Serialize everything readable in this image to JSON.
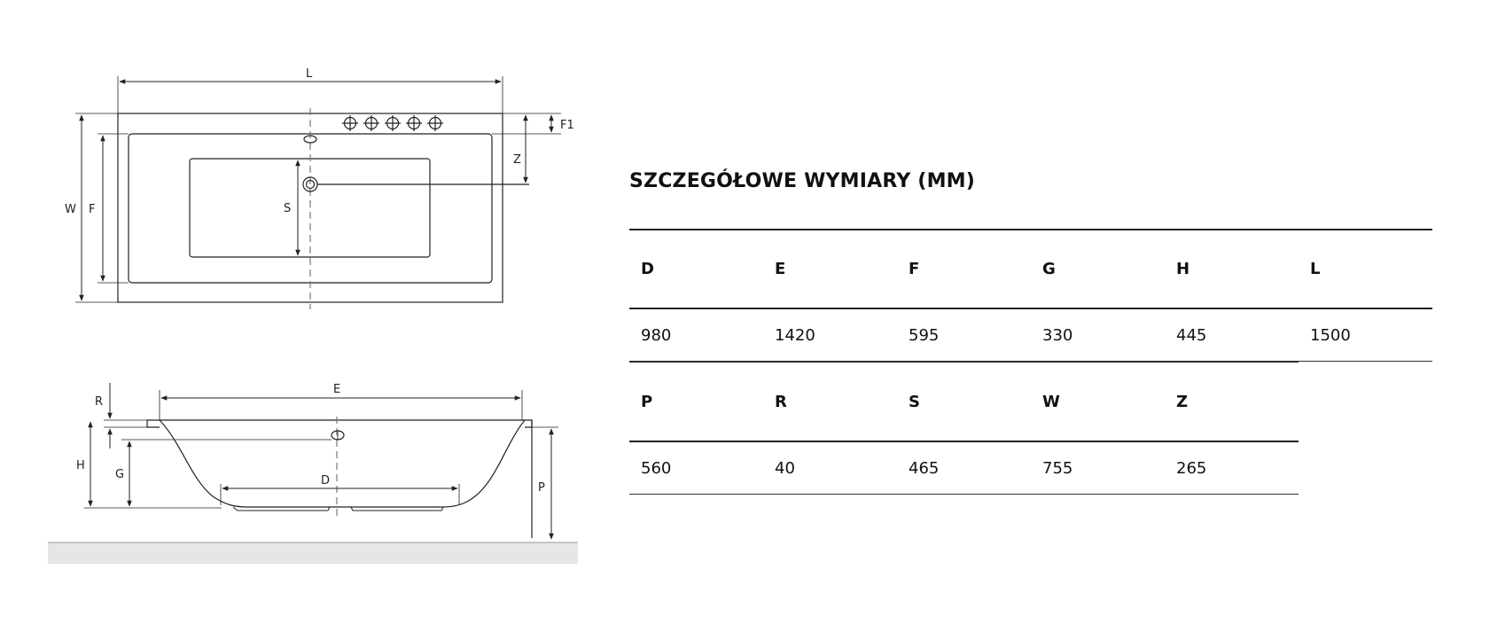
{
  "title": "SZCZEGÓŁOWE WYMIARY (MM)",
  "dimensions_row1": [
    {
      "key": "D",
      "value": "980"
    },
    {
      "key": "E",
      "value": "1420"
    },
    {
      "key": "F",
      "value": "595"
    },
    {
      "key": "G",
      "value": "330"
    },
    {
      "key": "H",
      "value": "445"
    },
    {
      "key": "L",
      "value": "1500"
    }
  ],
  "dimensions_row2": [
    {
      "key": "P",
      "value": "560"
    },
    {
      "key": "R",
      "value": "40"
    },
    {
      "key": "S",
      "value": "465"
    },
    {
      "key": "W",
      "value": "755"
    },
    {
      "key": "Z",
      "value": "265"
    }
  ],
  "drawing_labels": {
    "top_L": "L",
    "top_F1": "F1",
    "top_Z": "Z",
    "top_W": "W",
    "top_F": "F",
    "top_S": "S",
    "side_E": "E",
    "side_R": "R",
    "side_H": "H",
    "side_G": "G",
    "side_D": "D",
    "side_P": "P"
  },
  "colors": {
    "line": "#222222",
    "floor": "#e6e6e6",
    "axis": "#888888"
  },
  "tap_icons": [
    "crosshair-icon",
    "crosshair-icon",
    "crosshair-icon",
    "crosshair-icon",
    "crosshair-icon"
  ]
}
